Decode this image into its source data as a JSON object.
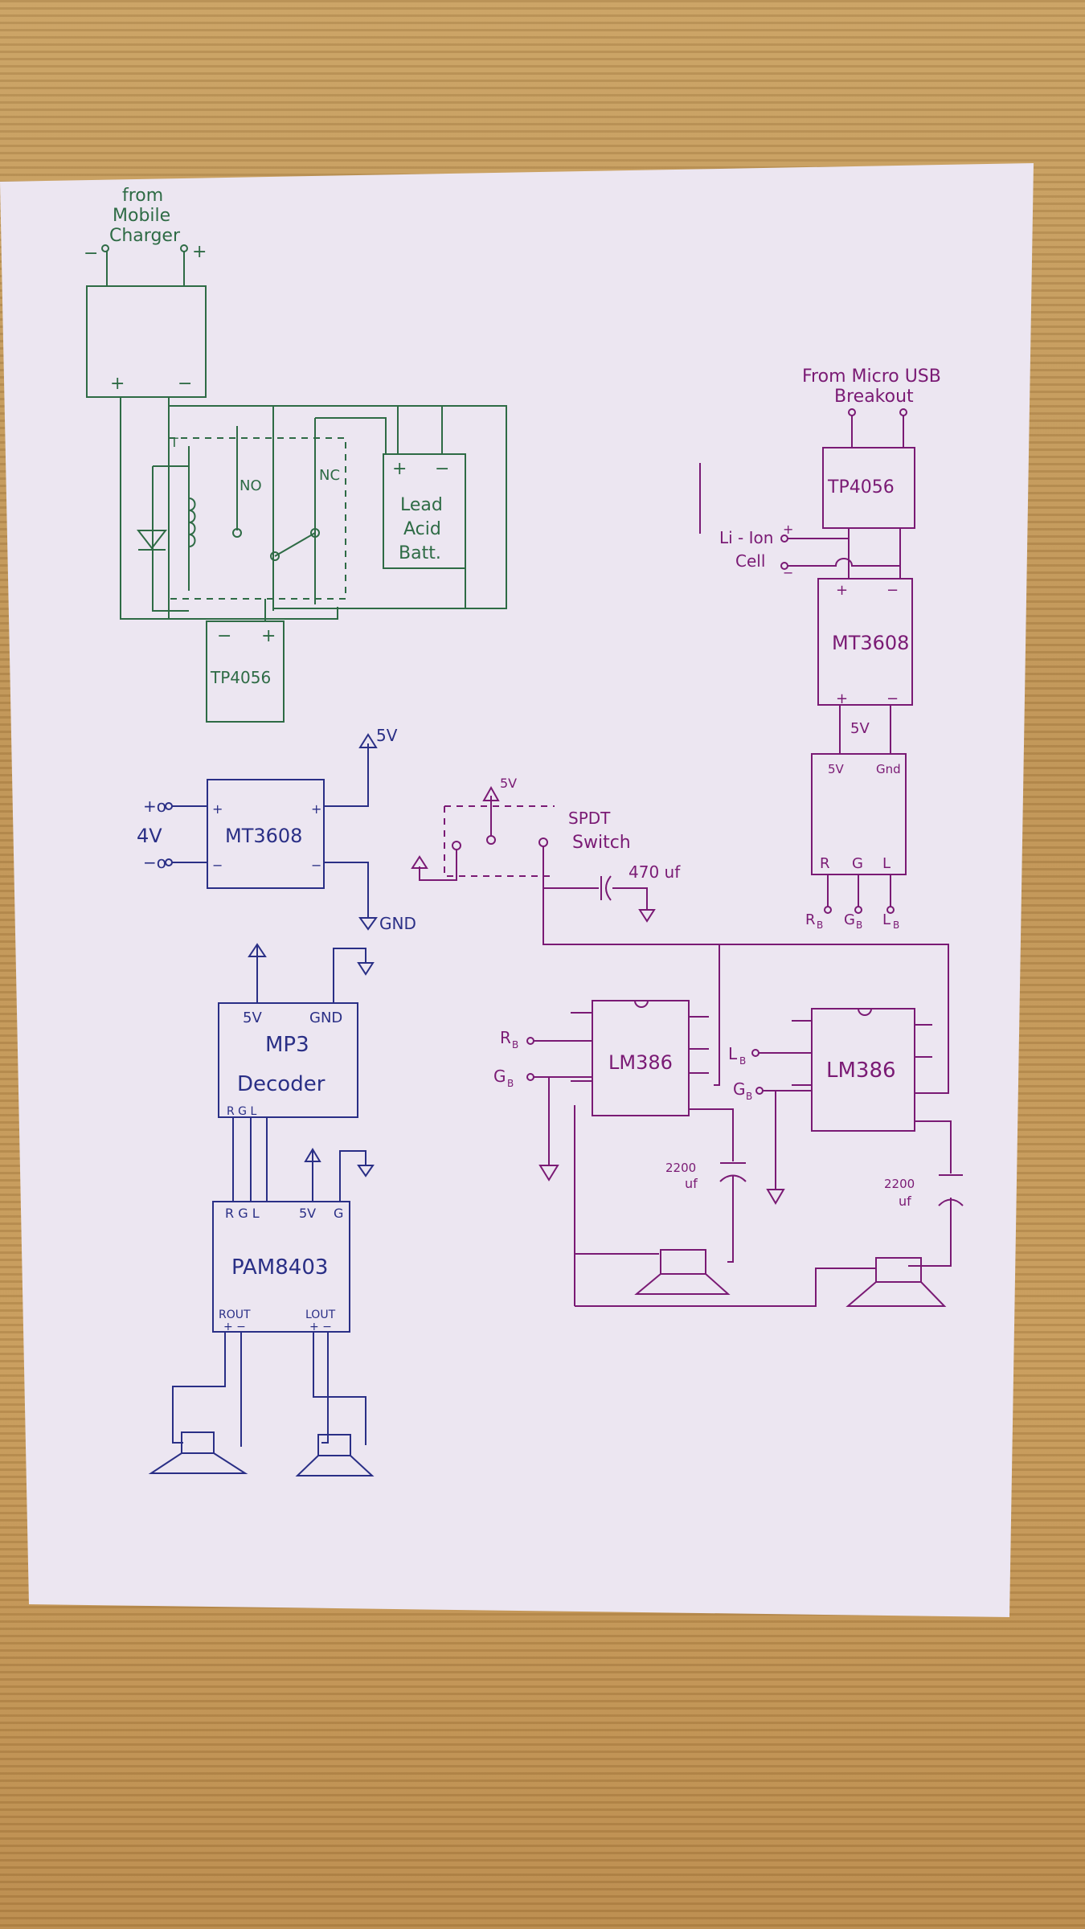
{
  "colors": {
    "green_ink": "#2e6b45",
    "blue_ink": "#2a2f86",
    "purple_ink": "#7a1a74",
    "paper": "#ece6f1",
    "desk": "#c49a5e"
  },
  "green_section": {
    "charger_label_1": "from",
    "charger_label_2": "Mobile",
    "charger_label_3": "Charger",
    "charger_minus": "−",
    "charger_plus": "+",
    "module_plus": "+",
    "module_minus": "−",
    "relay_t": "T",
    "relay_no": "NO",
    "relay_nc": "NC",
    "battery_plus": "+",
    "battery_minus": "−",
    "battery_1": "Lead",
    "battery_2": "Acid",
    "battery_3": "Batt.",
    "tp_minus": "−",
    "tp_plus": "+",
    "tp_label": "TP4056"
  },
  "blue_section": {
    "boost_in_plus": "+o",
    "boost_in_volt": "4V",
    "boost_in_minus": "−o",
    "boost_label": "MT3608",
    "boost_plus_l": "+",
    "boost_plus_r": "+",
    "boost_minus_l": "−",
    "boost_minus_r": "−",
    "out_5v": "5V",
    "out_gnd": "GND",
    "mp3_5v": "5V",
    "mp3_gnd": "GND",
    "mp3_1": "MP3",
    "mp3_2": "Decoder",
    "mp3_pins": "R G L",
    "pam_pins_left": "R G L",
    "pam_5v": "5V",
    "pam_g": "G",
    "pam_label": "PAM8403",
    "pam_rout": "ROUT",
    "pam_lout": "LOUT",
    "pam_pm1": "+ −",
    "pam_pm2": "+ −"
  },
  "purple_section": {
    "usb_1": "From Micro USB",
    "usb_2": "Breakout",
    "tp_label": "TP4056",
    "cell_1": "Li - Ion",
    "cell_2": "Cell",
    "cell_plus": "+",
    "cell_minus": "−",
    "mt_plus": "+",
    "mt_minus": "−",
    "mt_label": "MT3608",
    "mt_plus2": "+",
    "mt_minus2": "−",
    "mid_5v": "5V",
    "dec_5v": "5V",
    "dec_gnd": "Gnd",
    "dec_r": "R",
    "dec_g": "G",
    "dec_l": "L",
    "out_rb": "R",
    "out_gb": "G",
    "out_lb": "L",
    "sub_b": "B",
    "spdt_5v": "5V",
    "spdt_1": "SPDT",
    "spdt_2": "Switch",
    "cap_470": "470 uf",
    "amp1_rb": "R",
    "amp1_gb": "G",
    "amp1_label": "LM386",
    "amp2_lb": "L",
    "amp2_gb": "G",
    "amp2_label": "LM386",
    "cap1_val": "2200",
    "cap1_unit": "uf",
    "cap2_val": "2200",
    "cap2_unit": "uf"
  }
}
